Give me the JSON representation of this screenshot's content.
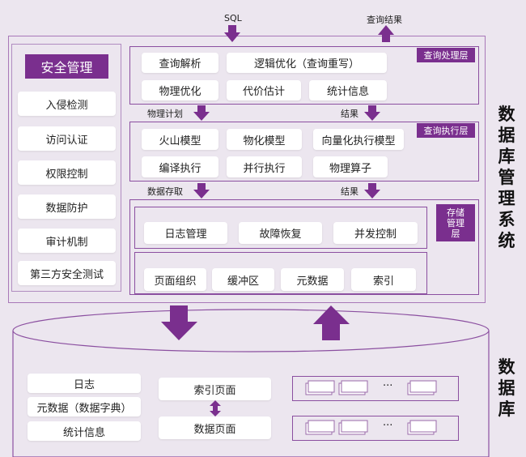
{
  "top": {
    "sql_label": "SQL",
    "result_label": "查询结果"
  },
  "security": {
    "title": "安全管理",
    "items": [
      "入侵检测",
      "访问认证",
      "权限控制",
      "数据防护",
      "审计机制",
      "第三方安全测试"
    ]
  },
  "query_processing": {
    "tag": "查询处理层",
    "row1": [
      "查询解析",
      "逻辑优化（查询重写）"
    ],
    "row2": [
      "物理优化",
      "代价估计",
      "统计信息"
    ]
  },
  "link1": {
    "left_label": "物理计划",
    "right_label": "结果"
  },
  "query_execution": {
    "tag": "查询执行层",
    "row1": [
      "火山模型",
      "物化模型",
      "向量化执行模型"
    ],
    "row2": [
      "编译执行",
      "并行执行",
      "物理算子"
    ]
  },
  "link2": {
    "left_label": "数据存取",
    "right_label": "结果"
  },
  "storage": {
    "tag_chars": [
      "存储",
      "管理",
      "层"
    ],
    "row1": [
      "日志管理",
      "故障恢复",
      "并发控制"
    ],
    "row2": [
      "页面组织",
      "缓冲区",
      "元数据",
      "索引"
    ]
  },
  "system_title_chars": [
    "数",
    "据",
    "库",
    "管",
    "理",
    "系",
    "统"
  ],
  "database": {
    "title_chars": [
      "数",
      "据",
      "库"
    ],
    "left": [
      "日志",
      "元数据（数据字典）",
      "统计信息"
    ],
    "index_page": "索引页面",
    "data_page": "数据页面",
    "ellipsis": "···"
  },
  "colors": {
    "accent": "#7a2f8e",
    "background": "#ece6ef",
    "border": "#8b4fa0"
  }
}
